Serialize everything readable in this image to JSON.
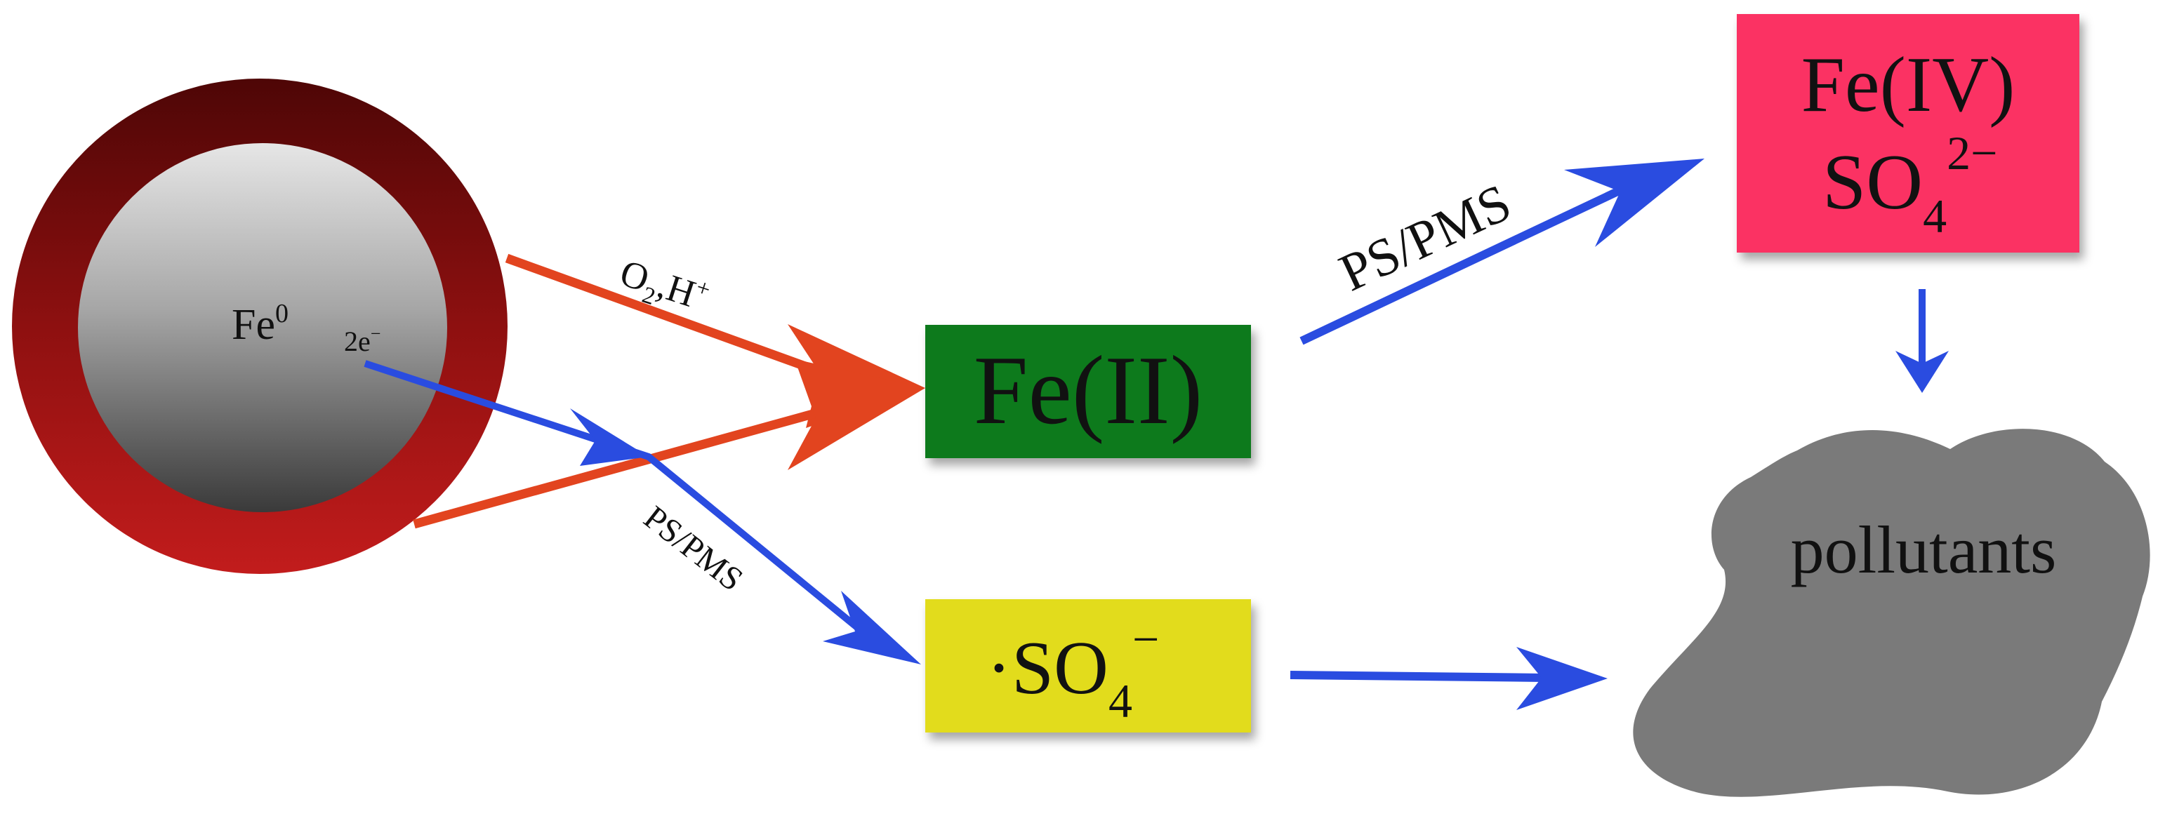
{
  "particle": {
    "core_label_base": "Fe",
    "core_label_sup": "0",
    "electron_label_base": "2e",
    "electron_label_sup": "−",
    "shell_color": "#b01818",
    "core_color": "#8e8e8e"
  },
  "arrows": {
    "oxidation_label_o": "O",
    "oxidation_label_sub": "2",
    "oxidation_label_rest": ",H",
    "oxidation_label_sup": "+",
    "activation_upper_label": "PS/PMS",
    "activation_lower_label": "PS/PMS",
    "red_color": "#e2441f",
    "blue_color": "#2a4ce0"
  },
  "boxes": {
    "fe2": {
      "label": "Fe(II)",
      "color": "#087a1c"
    },
    "sulfate_radical": {
      "label_dot": "·SO",
      "label_sub": "4",
      "label_sup": "−",
      "color": "#e2dc1c"
    },
    "fe4": {
      "line1": "Fe(IV)",
      "line2_base": "SO",
      "line2_sub": "4",
      "line2_sup": "2−",
      "color": "#fb3264"
    }
  },
  "pollutants": {
    "label": "pollutants",
    "color": "#7a7a7a"
  }
}
